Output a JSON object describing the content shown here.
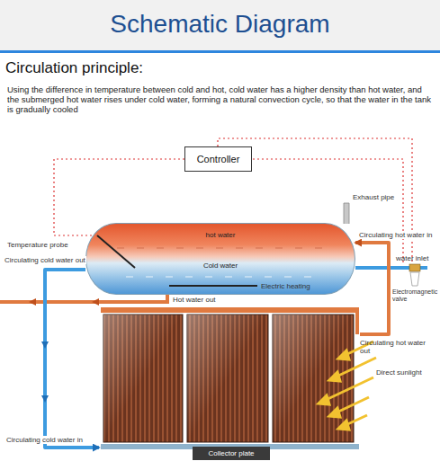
{
  "diagram": {
    "title": "Schematic Diagram",
    "nodes": [
      {
        "text": [
          "Controller"
        ]
      },
      {
        "text": [
          "hot water",
          "Cold water"
        ]
      },
      {
        "text": [
          "Collector plate"
        ]
      }
    ],
    "edges": [
      {
        "from": 1,
        "to": 2,
        "arrow": "to"
      },
      {
        "from": 2,
        "to": 1,
        "arrow": "to"
      },
      {
        "from": 0,
        "to": 1,
        "arrow": "none"
      }
    ],
    "labels": [
      "Circulation principle:",
      "Using the difference in temperature between cold and hot, cold water has a higher density than hot water, and the submerged hot water rises under cold water, forming a natural convection cycle, so that the water in the tank is gradually cooled",
      "Exhaust pipe",
      "Temperature probe",
      "Circulating hot water in",
      "Circulating cold water out",
      "water inlet",
      "Electric heating",
      "Hot water out",
      "Electromagnetic valve",
      "Circulating hot water out",
      "Direct sunlight",
      "Circulating cold water in"
    ]
  }
}
